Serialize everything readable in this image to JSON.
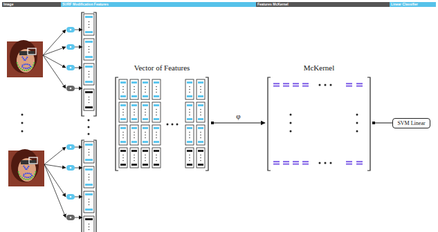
{
  "diagram": {
    "nodes": [
      {
        "text": [
          "Image"
        ]
      },
      {
        "text": [
          "SURF Modification Features"
        ]
      },
      {
        "text": [
          "Features McKernel"
        ]
      },
      {
        "text": [
          "Linear Classifier"
        ]
      },
      {
        "text": [
          "Vector of Features"
        ]
      },
      {
        "text": [
          "McKernel"
        ]
      },
      {
        "text": [
          "SVM Linear"
        ]
      }
    ],
    "edges": [
      {
        "from": 4,
        "to": 5,
        "arrow": "to",
        "label": "φ"
      },
      {
        "from": 5,
        "to": 6,
        "arrow": "none"
      }
    ]
  }
}
